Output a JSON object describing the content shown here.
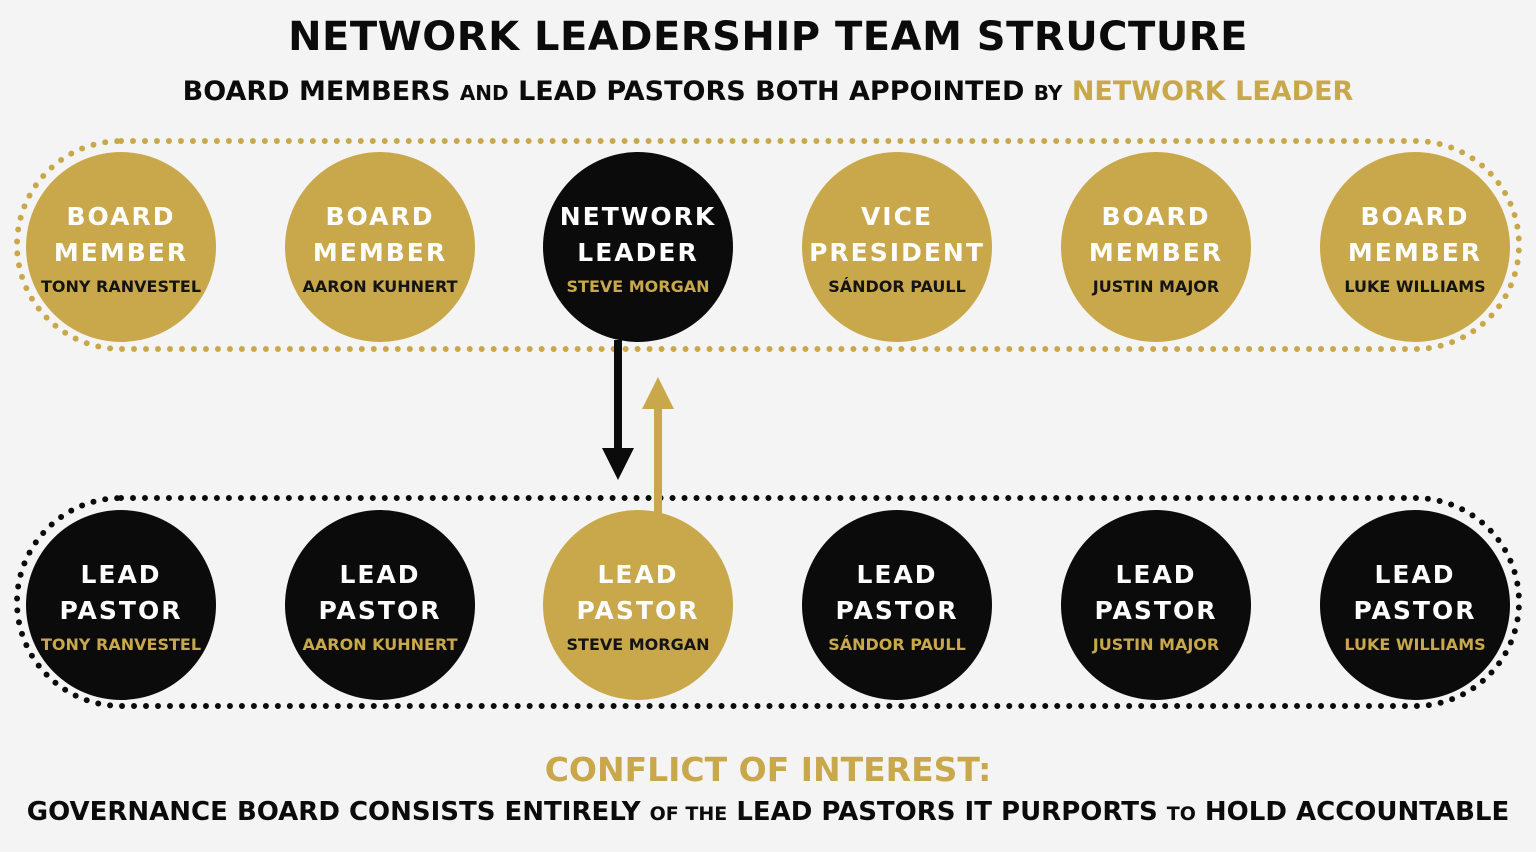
{
  "title": "NETWORK LEADERSHIP TEAM STRUCTURE",
  "subtitle": {
    "part1": "BOARD MEMBERS",
    "part2": "AND",
    "part3": "LEAD PASTORS BOTH APPOINTED",
    "part4": "BY",
    "part5": "NETWORK LEADER"
  },
  "board_row": [
    {
      "role_line1": "BOARD",
      "role_line2": "MEMBER",
      "name": "TONY RANVESTEL",
      "style": "gold"
    },
    {
      "role_line1": "BOARD",
      "role_line2": "MEMBER",
      "name": "AARON KUHNERT",
      "style": "gold"
    },
    {
      "role_line1": "NETWORK",
      "role_line2": "LEADER",
      "name": "STEVE MORGAN",
      "style": "black"
    },
    {
      "role_line1": "VICE",
      "role_line2": "PRESIDENT",
      "name": "SÁNDOR PAULL",
      "style": "gold"
    },
    {
      "role_line1": "BOARD",
      "role_line2": "MEMBER",
      "name": "JUSTIN MAJOR",
      "style": "gold"
    },
    {
      "role_line1": "BOARD",
      "role_line2": "MEMBER",
      "name": "LUKE WILLIAMS",
      "style": "gold"
    }
  ],
  "pastor_row": [
    {
      "role_line1": "LEAD",
      "role_line2": "PASTOR",
      "name": "TONY RANVESTEL",
      "style": "black"
    },
    {
      "role_line1": "LEAD",
      "role_line2": "PASTOR",
      "name": "AARON KUHNERT",
      "style": "black"
    },
    {
      "role_line1": "LEAD",
      "role_line2": "PASTOR",
      "name": "STEVE MORGAN",
      "style": "gold"
    },
    {
      "role_line1": "LEAD",
      "role_line2": "PASTOR",
      "name": "SÁNDOR PAULL",
      "style": "black"
    },
    {
      "role_line1": "LEAD",
      "role_line2": "PASTOR",
      "name": "JUSTIN MAJOR",
      "style": "black"
    },
    {
      "role_line1": "LEAD",
      "role_line2": "PASTOR",
      "name": "LUKE WILLIAMS",
      "style": "black"
    }
  ],
  "conflict": {
    "title": "CONFLICT OF INTEREST:",
    "part1": "GOVERNANCE BOARD CONSISTS ENTIRELY",
    "part2": "OF THE",
    "part3": "LEAD PASTORS IT PURPORTS",
    "part4": "TO",
    "part5": "HOLD ACCOUNTABLE"
  },
  "colors": {
    "gold": "#c9a84c",
    "black": "#0b0b0b",
    "background": "#f4f4f4"
  }
}
